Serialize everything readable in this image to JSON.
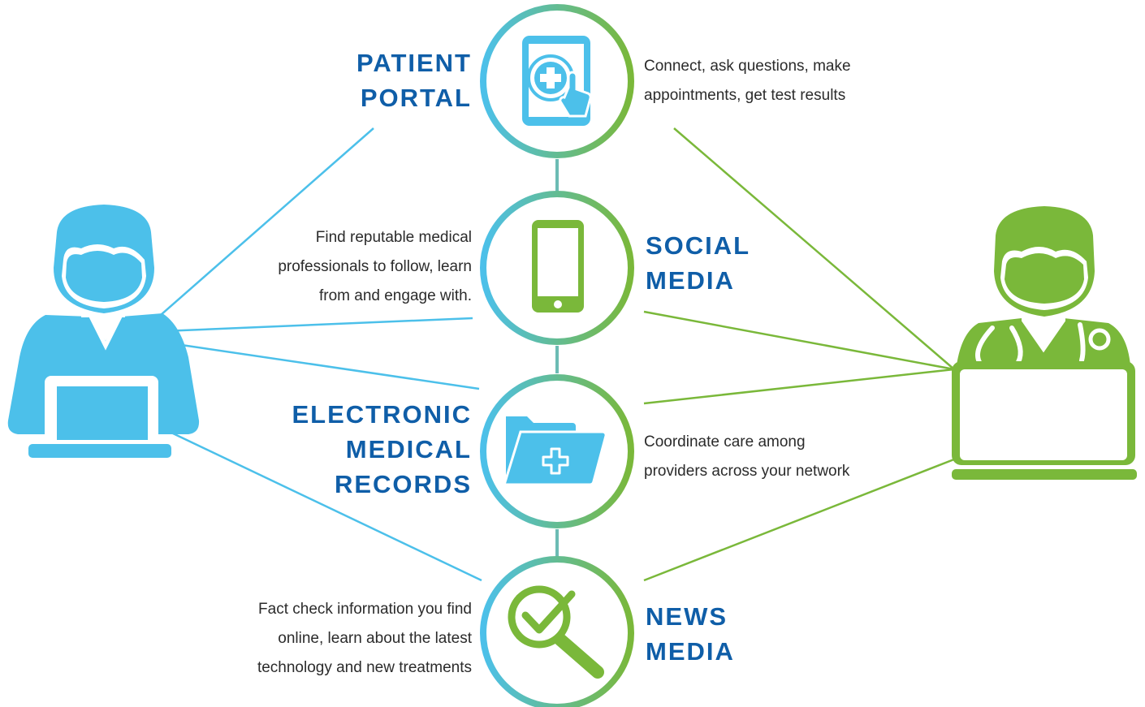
{
  "colors": {
    "blue": "#4cc0ea",
    "green": "#7ab83a",
    "title": "#0f5ea8",
    "text": "#2b2b2b"
  },
  "channels": [
    {
      "title_lines": [
        "PATIENT",
        "PORTAL"
      ],
      "description_lines": [
        "Connect, ask questions, make",
        "appointments, get test results"
      ],
      "icon": "tablet-medical-cross-icon"
    },
    {
      "title_lines": [
        "SOCIAL",
        "MEDIA"
      ],
      "description_lines": [
        "Find reputable medical",
        "professionals to follow, learn",
        "from and engage with."
      ],
      "icon": "smartphone-icon"
    },
    {
      "title_lines": [
        "ELECTRONIC",
        "MEDICAL",
        "RECORDS"
      ],
      "description_lines": [
        "Coordinate care among",
        "providers across your network"
      ],
      "icon": "folder-medical-cross-icon"
    },
    {
      "title_lines": [
        "NEWS",
        "MEDIA"
      ],
      "description_lines": [
        "Fact check information you find",
        "online, learn about the latest",
        "technology and new treatments"
      ],
      "icon": "magnifier-checkmark-icon"
    }
  ],
  "people": [
    {
      "role": "patient",
      "icon": "patient-with-laptop-icon"
    },
    {
      "role": "doctor",
      "icon": "doctor-with-laptop-icon"
    }
  ]
}
